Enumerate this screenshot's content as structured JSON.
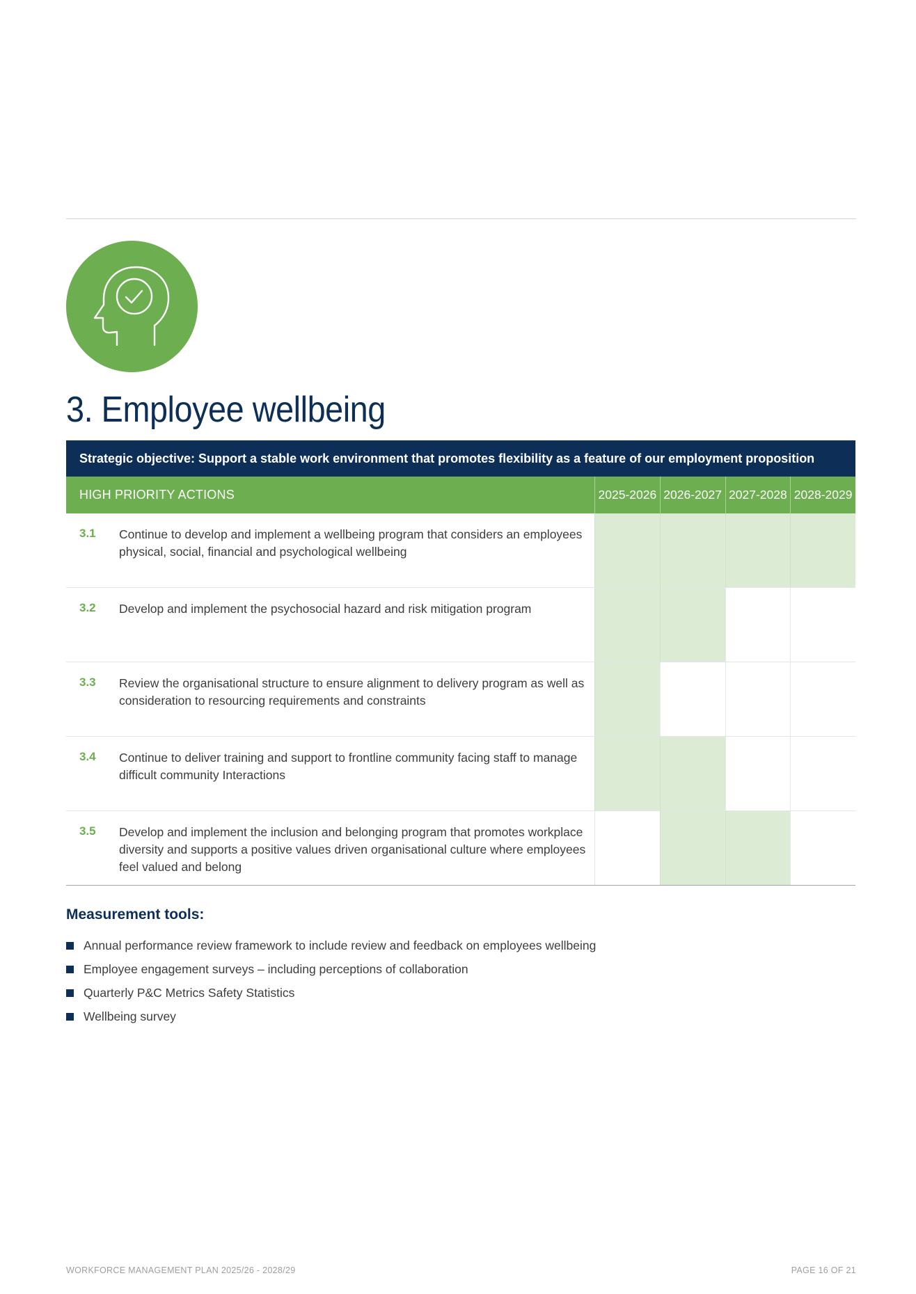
{
  "section": {
    "title": "3. Employee wellbeing",
    "icon": "head-with-checkmark-icon",
    "accent_color": "#6cae50",
    "navy_color": "#0d2f57"
  },
  "table": {
    "objective": "Strategic objective: Support a stable work environment that promotes flexibility as a feature of our employment proposition",
    "actions_header": "HIGH PRIORITY ACTIONS",
    "years": [
      "2025-2026",
      "2026-2027",
      "2027-2028",
      "2028-2029"
    ],
    "rows": [
      {
        "num": "3.1",
        "text": "Continue to develop and implement a wellbeing program that considers an employees physical, social, financial and psychological wellbeing",
        "active": [
          true,
          true,
          true,
          true
        ]
      },
      {
        "num": "3.2",
        "text": "Develop and implement the psychosocial hazard and risk mitigation program",
        "active": [
          true,
          true,
          false,
          false
        ]
      },
      {
        "num": "3.3",
        "text": "Review the organisational structure to ensure alignment to delivery program as well as consideration to resourcing requirements and constraints",
        "active": [
          true,
          false,
          false,
          false
        ]
      },
      {
        "num": "3.4",
        "text": "Continue to deliver training and support to frontline community facing staff to manage difficult community Interactions",
        "active": [
          true,
          true,
          false,
          false
        ]
      },
      {
        "num": "3.5",
        "text": "Develop and implement the inclusion and belonging program that promotes workplace diversity and supports a positive values driven organisational culture where employees feel valued and belong",
        "active": [
          false,
          true,
          true,
          false
        ]
      }
    ]
  },
  "measurement": {
    "title": "Measurement tools:",
    "items": [
      "Annual performance review framework to include review and feedback on employees wellbeing",
      "Employee engagement surveys – including perceptions of collaboration",
      "Quarterly P&C Metrics Safety Statistics",
      "Wellbeing survey"
    ]
  },
  "footer": {
    "left": "WORKFORCE MANAGEMENT PLAN 2025/26 - 2028/29",
    "right": "PAGE 16 OF 21"
  }
}
